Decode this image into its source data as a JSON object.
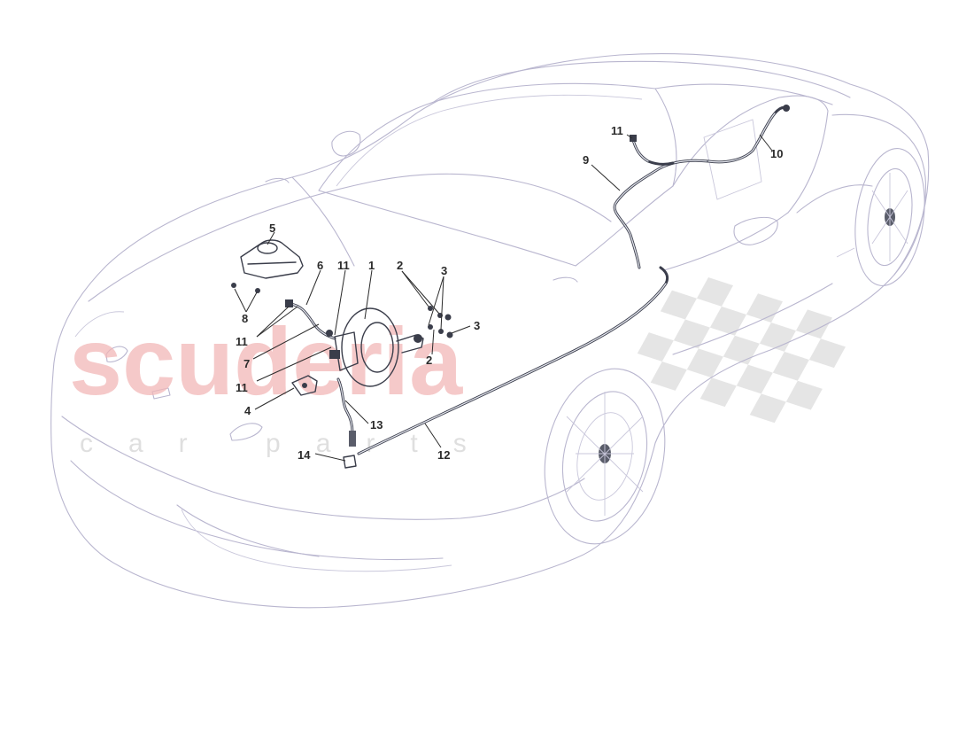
{
  "watermark": {
    "logo_text": "scuderia",
    "sub_text": "car parts"
  },
  "callouts": [
    {
      "id": "c1",
      "label": "1"
    },
    {
      "id": "c2a",
      "label": "2"
    },
    {
      "id": "c2b",
      "label": "2"
    },
    {
      "id": "c3a",
      "label": "3"
    },
    {
      "id": "c3b",
      "label": "3"
    },
    {
      "id": "c4",
      "label": "4"
    },
    {
      "id": "c5",
      "label": "5"
    },
    {
      "id": "c6",
      "label": "6"
    },
    {
      "id": "c7",
      "label": "7"
    },
    {
      "id": "c8",
      "label": "8"
    },
    {
      "id": "c9",
      "label": "9"
    },
    {
      "id": "c10",
      "label": "10"
    },
    {
      "id": "c11a",
      "label": "11"
    },
    {
      "id": "c11b",
      "label": "11"
    },
    {
      "id": "c11c",
      "label": "11"
    },
    {
      "id": "c11d",
      "label": "11"
    },
    {
      "id": "c12",
      "label": "12"
    },
    {
      "id": "c13",
      "label": "13"
    },
    {
      "id": "c14",
      "label": "14"
    }
  ],
  "colors": {
    "car_outline": "#b9b6cf",
    "part_outline": "#3a3d4a",
    "booster_fill": "#b9c6ea",
    "watermark_red": "#f2b7b7",
    "watermark_grey": "#cfcfcf"
  }
}
